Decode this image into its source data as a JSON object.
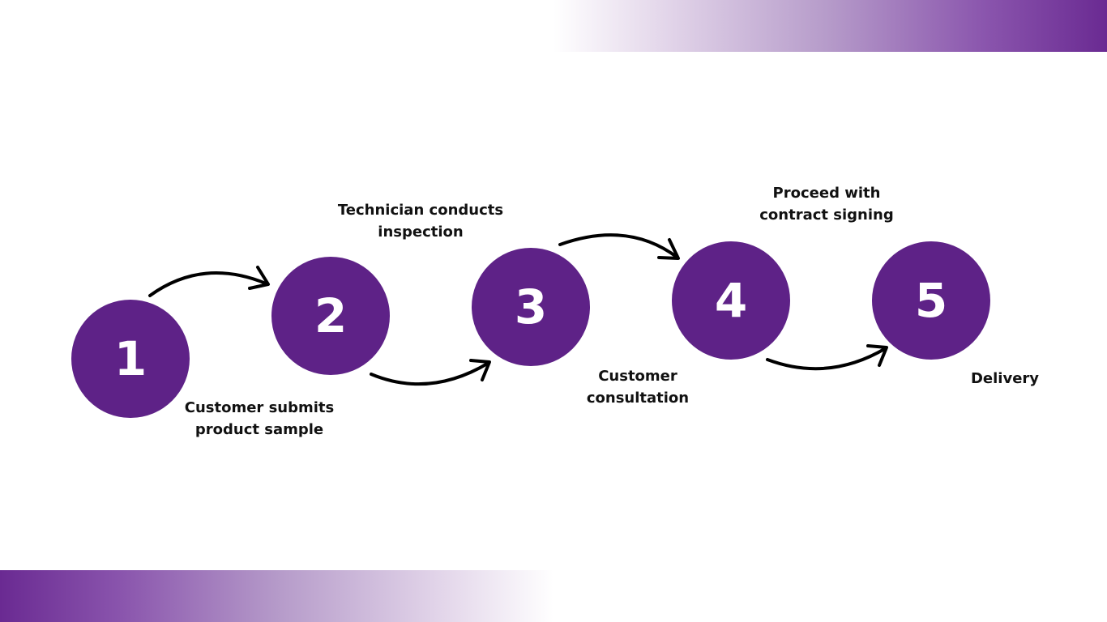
{
  "colors": {
    "accent": "#5e2287",
    "band_dark": "#6a2a92",
    "text": "#111111",
    "background": "#ffffff"
  },
  "steps": [
    {
      "number": "1",
      "label": "Customer submits\nproduct sample"
    },
    {
      "number": "2",
      "label": "Technician conducts\ninspection"
    },
    {
      "number": "3",
      "label": "Customer\nconsultation"
    },
    {
      "number": "4",
      "label": "Proceed with\ncontract signing"
    },
    {
      "number": "5",
      "label": "Delivery"
    }
  ]
}
